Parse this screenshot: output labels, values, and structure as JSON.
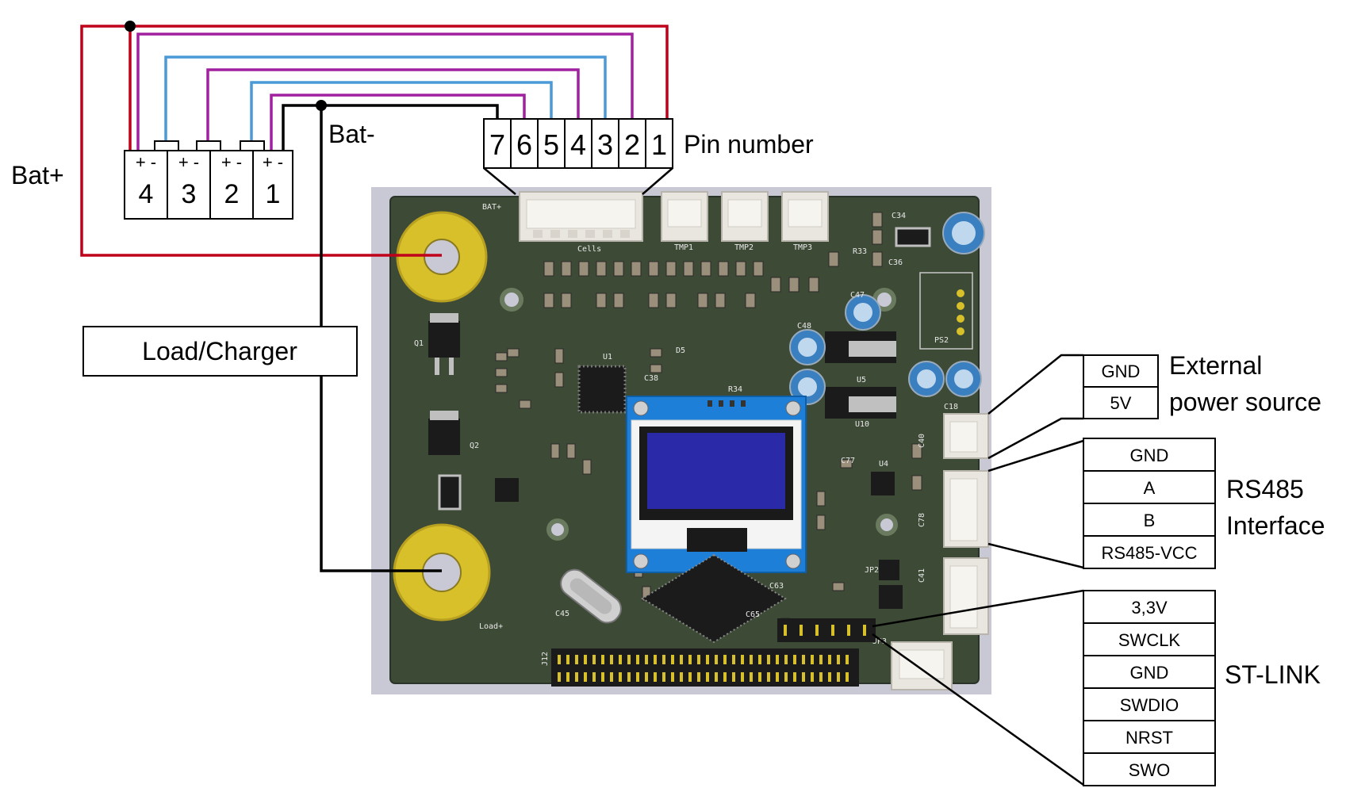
{
  "labels": {
    "bat_plus": "Bat+",
    "bat_minus": "Bat-",
    "pin_number": "Pin number",
    "load_charger": "Load/Charger"
  },
  "cells": {
    "signs": [
      "+ -",
      "+ -",
      "+ -",
      "+ -"
    ],
    "numbers": [
      "4",
      "3",
      "2",
      "1"
    ]
  },
  "pins": [
    "7",
    "6",
    "5",
    "4",
    "3",
    "2",
    "1"
  ],
  "external_power": {
    "title_line1": "External",
    "title_line2": "power source",
    "rows": [
      "GND",
      "5V"
    ]
  },
  "rs485": {
    "title_line1": "RS485",
    "title_line2": "Interface",
    "rows": [
      "GND",
      "A",
      "B",
      "RS485-VCC"
    ]
  },
  "stlink": {
    "title": "ST-LINK",
    "rows": [
      "3,3V",
      "SWCLK",
      "GND",
      "SWDIO",
      "NRST",
      "SWO"
    ]
  },
  "colors": {
    "red_wire": "#c0001a",
    "purple_wire": "#a020a0",
    "blue_wire": "#4a9ad8",
    "black_wire": "#000000",
    "pcb": "#3d4a36",
    "pad": "#d8c02a"
  },
  "board_silk": {
    "bat_plus": "BAT+",
    "load_plus": "Load+",
    "cells": "Cells",
    "tmp1": "TMP1",
    "tmp2": "TMP2",
    "tmp3": "TMP3",
    "ps2": "PS2",
    "u1": "U1",
    "u4": "U4",
    "u5": "U5",
    "u10": "U10",
    "q1": "Q1",
    "q2": "Q2",
    "j12": "J12",
    "jp2": "JP2",
    "jp3": "JP3",
    "c34": "C34",
    "c36": "C36",
    "r33": "R33",
    "c48": "C48",
    "c47": "C47",
    "c18": "C18",
    "c77": "C77",
    "c38": "C38",
    "r34": "R34",
    "d5": "D5",
    "c45": "C45",
    "c65": "C65",
    "c63": "C63",
    "c40": "C40",
    "c41": "C41",
    "c78": "C78"
  }
}
